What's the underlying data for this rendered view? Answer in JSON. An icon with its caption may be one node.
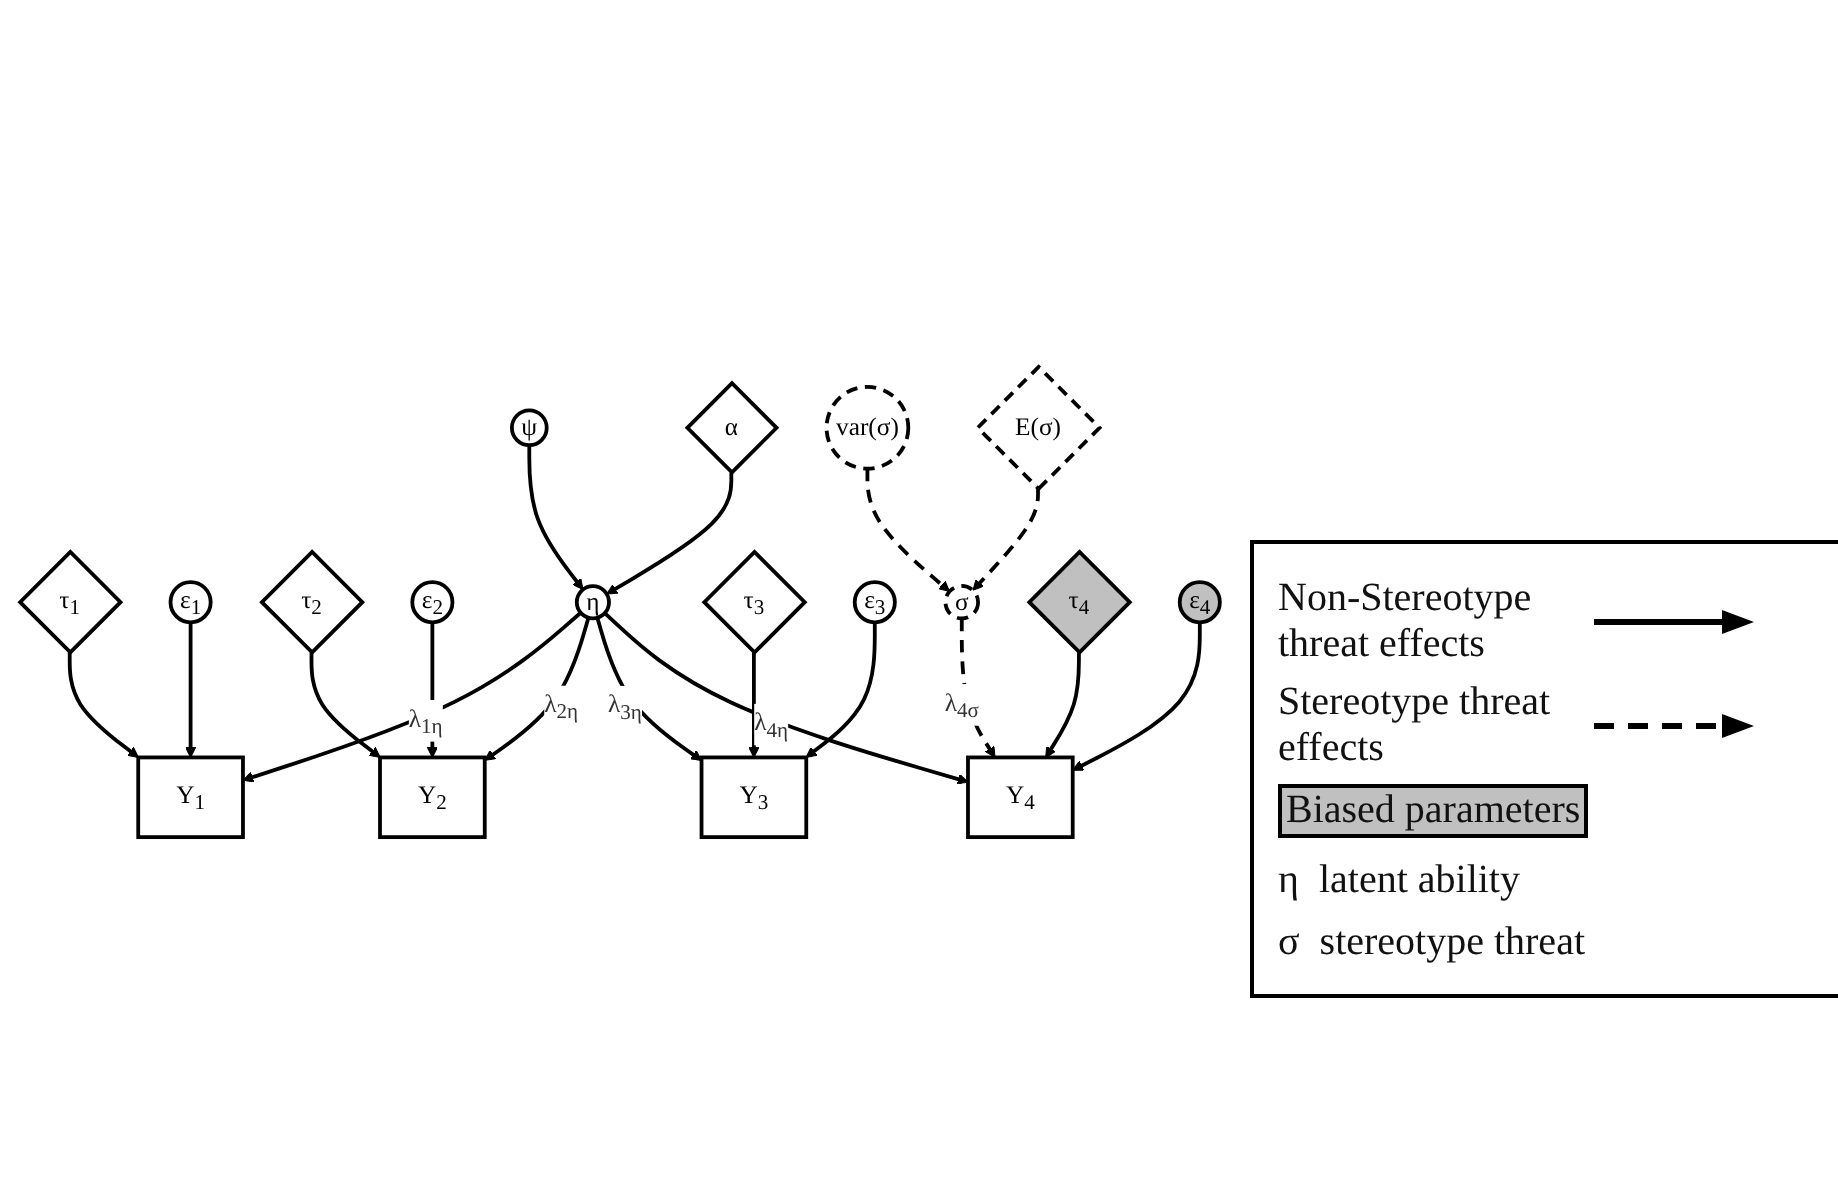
{
  "diagram": {
    "nodes": [
      {
        "text": [
          "ψ"
        ]
      },
      {
        "text": [
          "α"
        ]
      },
      {
        "text": [
          "η"
        ]
      },
      {
        "text": [
          "var(σ)"
        ]
      },
      {
        "text": [
          "E(σ)"
        ]
      },
      {
        "text": [
          "σ"
        ]
      },
      {
        "text": [
          "Y$_{1}$"
        ]
      },
      {
        "text": [
          "Y$_{2}$"
        ]
      },
      {
        "text": [
          "Y$_{3}$"
        ]
      },
      {
        "text": [
          "Y$_{4}$"
        ]
      },
      {
        "text": [
          "ε$_{1}$"
        ]
      },
      {
        "text": [
          "ε$_{2}$"
        ]
      },
      {
        "text": [
          "ε$_{3}$"
        ]
      },
      {
        "text": [
          "ε$_{4}$"
        ]
      },
      {
        "text": [
          "τ$_{1}$"
        ]
      },
      {
        "text": [
          "τ$_{2}$"
        ]
      },
      {
        "text": [
          "τ$_{3}$"
        ]
      },
      {
        "text": [
          "τ$_{4}$"
        ]
      }
    ],
    "edges": [
      {
        "from": 0,
        "to": 2,
        "arrow": "to"
      },
      {
        "from": 1,
        "to": 2,
        "arrow": "to"
      },
      {
        "from": 2,
        "to": 6,
        "arrow": "to",
        "label": "λ$_{1η}$"
      },
      {
        "from": 2,
        "to": 7,
        "arrow": "to",
        "label": "λ$_{2η}$"
      },
      {
        "from": 2,
        "to": 8,
        "arrow": "to",
        "label": "λ$_{3η}$"
      },
      {
        "from": 2,
        "to": 9,
        "arrow": "to",
        "label": "λ$_{4η}$"
      },
      {
        "from": 3,
        "to": 5,
        "arrow": "to",
        "style": "dashed"
      },
      {
        "from": 4,
        "to": 5,
        "arrow": "to",
        "style": "dashed"
      },
      {
        "from": 5,
        "to": 9,
        "arrow": "to",
        "style": "dashed",
        "label": "λ$_{4σ}$"
      },
      {
        "from": 14,
        "to": 6,
        "arrow": "to"
      },
      {
        "from": 10,
        "to": 6,
        "arrow": "to"
      },
      {
        "from": 15,
        "to": 7,
        "arrow": "to"
      },
      {
        "from": 11,
        "to": 7,
        "arrow": "to"
      },
      {
        "from": 16,
        "to": 8,
        "arrow": "to"
      },
      {
        "from": 12,
        "to": 8,
        "arrow": "to"
      },
      {
        "from": 17,
        "to": 9,
        "arrow": "to"
      },
      {
        "from": 13,
        "to": 9,
        "arrow": "to"
      }
    ],
    "labels": [
      "η  latent ability",
      "σ  stereotype threat"
    ],
    "legend": [
      {
        "text": "Non-Stereotype threat effects"
      },
      {
        "text": "Stereotype threat effects"
      },
      {
        "text": "Biased parameters",
        "color": "#c0c0c0"
      }
    ]
  }
}
